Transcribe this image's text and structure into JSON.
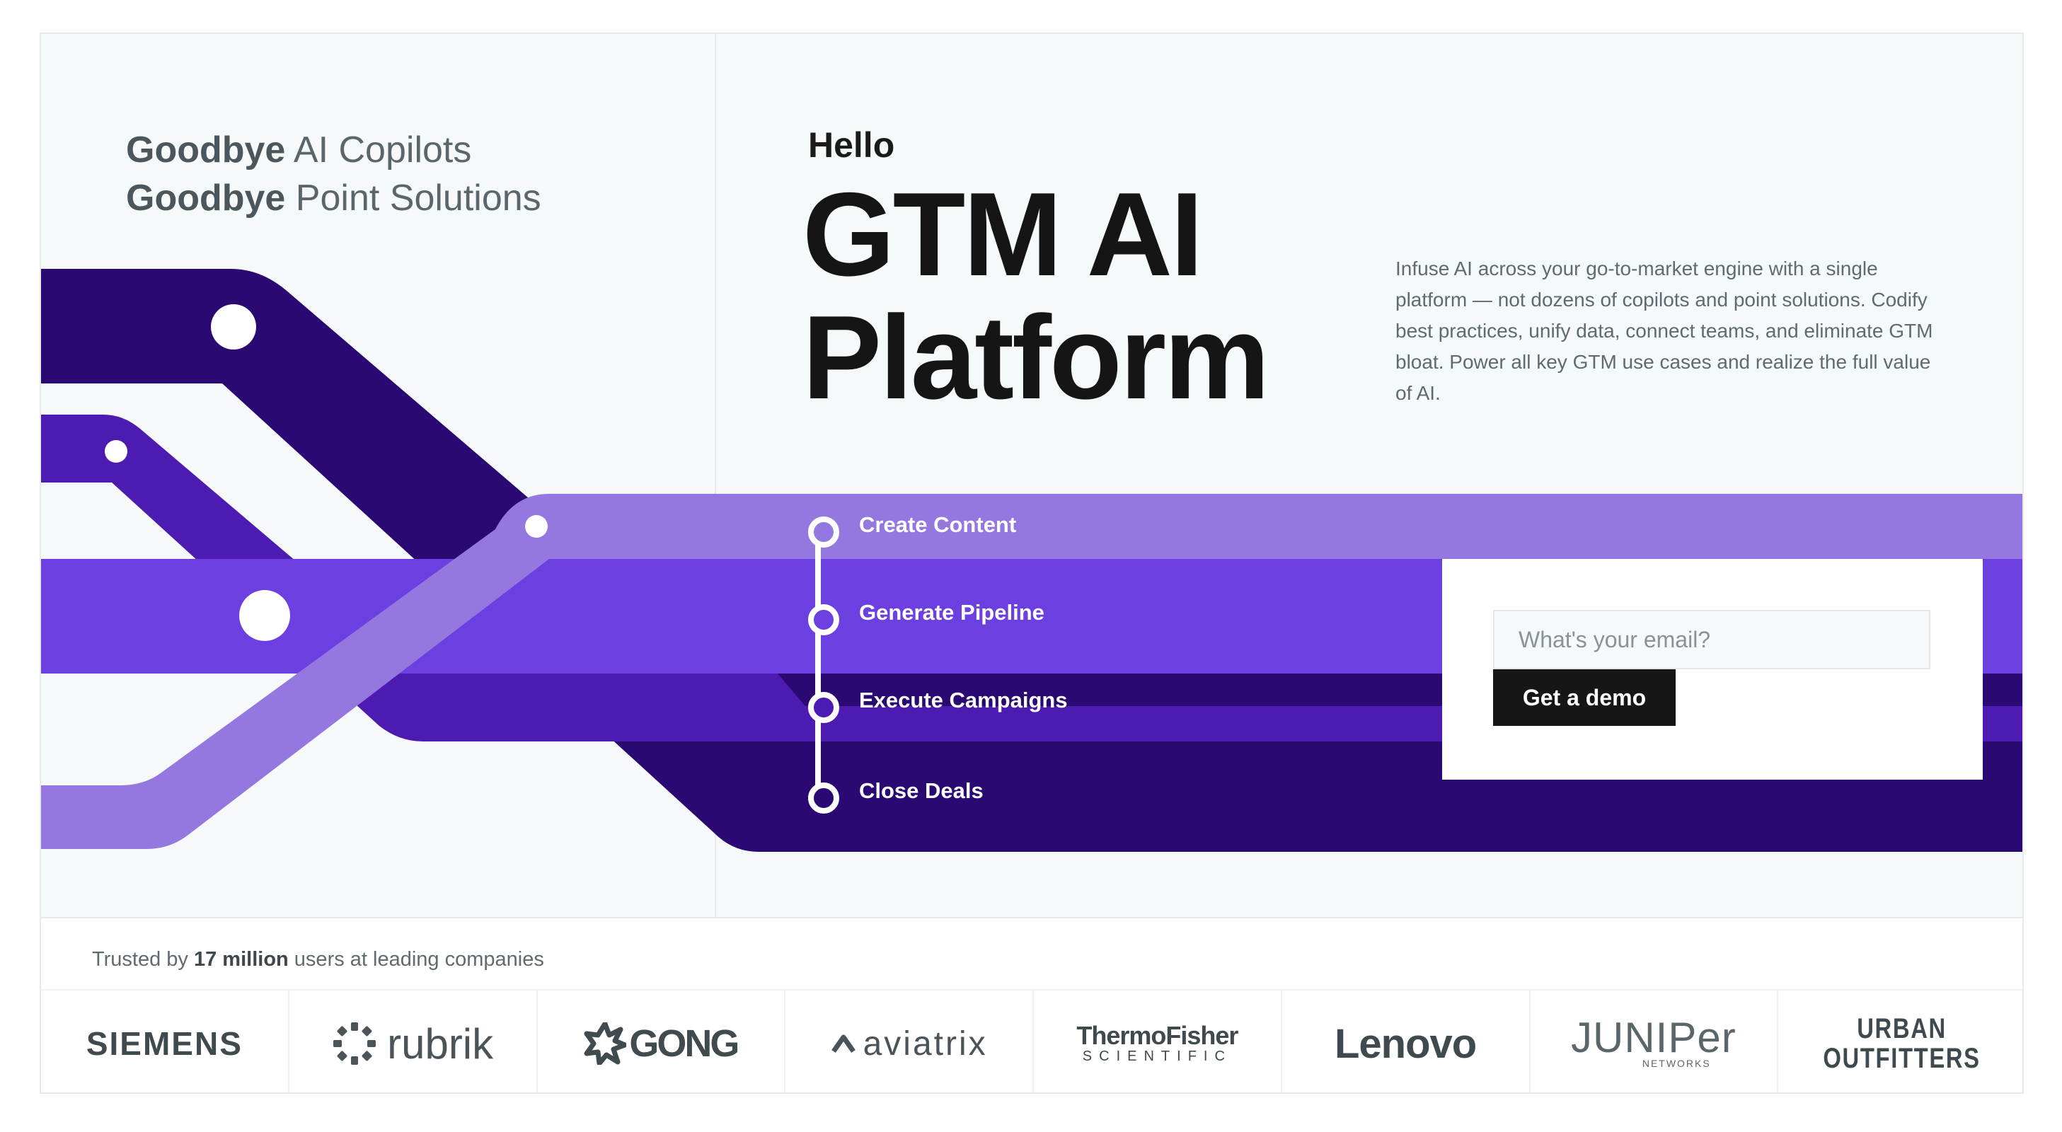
{
  "hero": {
    "goodbye_lines": [
      {
        "bold": "Goodbye",
        "rest": " AI Copilots"
      },
      {
        "bold": "Goodbye",
        "rest": " Point Solutions"
      }
    ],
    "hello": "Hello",
    "headline_line1": "GTM AI",
    "headline_line2": "Platform",
    "description": "Infuse AI across your go-to-market engine with a single platform — not dozens of copilots and point solutions. Codify best practices, unify data, connect teams, and eliminate GTM bloat. Power all key GTM use cases and realize the full value of AI."
  },
  "steps": [
    {
      "label": "Create Content"
    },
    {
      "label": "Generate Pipeline"
    },
    {
      "label": "Execute Campaigns"
    },
    {
      "label": "Close Deals"
    }
  ],
  "form": {
    "email_placeholder": "What's your email?",
    "email_value": "",
    "button_label": "Get a demo"
  },
  "trusted": {
    "prefix": "Trusted by ",
    "highlight": "17 million",
    "suffix": " users at leading companies"
  },
  "logos": {
    "siemens": "SIEMENS",
    "rubrik": "rubrik",
    "gong": "GONG",
    "aviatrix": "aviatrix",
    "thermo_line1": "ThermoFisher",
    "thermo_line2": "SCIENTIFIC",
    "lenovo": "Lenovo",
    "juniper_line1": "JUNIPer",
    "juniper_line2": "NETWORKS",
    "urban_line1": "URBAN",
    "urban_line2": "OUTFITTERS"
  },
  "colors": {
    "darkest_purple": "#2a0a72",
    "deep_purple": "#4d1bb2",
    "violet": "#6b3fe0",
    "lavender": "#9478e0",
    "background": "#f6f9fa",
    "button": "#161616"
  },
  "icons": {
    "rubrik": "rubrik-mark-icon",
    "gong": "gong-burst-icon",
    "aviatrix": "aviatrix-caret-icon",
    "step": "ring-marker-icon"
  }
}
